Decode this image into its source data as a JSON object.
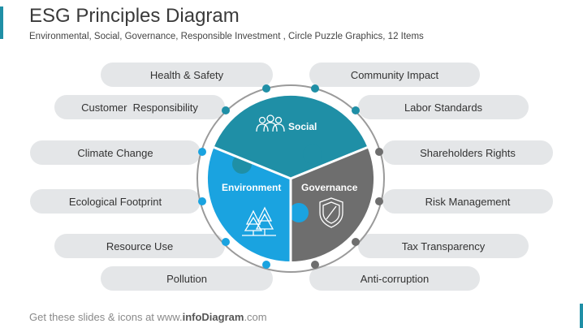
{
  "header": {
    "title": "ESG Principles Diagram",
    "subtitle": "Environmental, Social, Governance, Responsible Investment , Circle Puzzle Graphics, 12 Items"
  },
  "pillars": {
    "social": "Social",
    "environment": "Environment",
    "governance": "Governance"
  },
  "items": {
    "left": [
      "Health & Safety",
      "Customer  Responsibility",
      "Climate Change",
      "Ecological Footprint",
      "Resource Use",
      "Pollution"
    ],
    "right": [
      "Community Impact",
      "Labor Standards",
      "Shareholders Rights",
      "Risk Management",
      "Tax Transparency",
      "Anti-corruption"
    ]
  },
  "footer": {
    "prefix": "Get these slides & icons at www.",
    "brand": "infoDiagram",
    "suffix": ".com"
  },
  "colors": {
    "social": "#1f8fa6",
    "environment": "#1aa3e0",
    "governance": "#6e6e6e",
    "pill": "#e4e6e8",
    "ring": "#9a9a9a"
  }
}
